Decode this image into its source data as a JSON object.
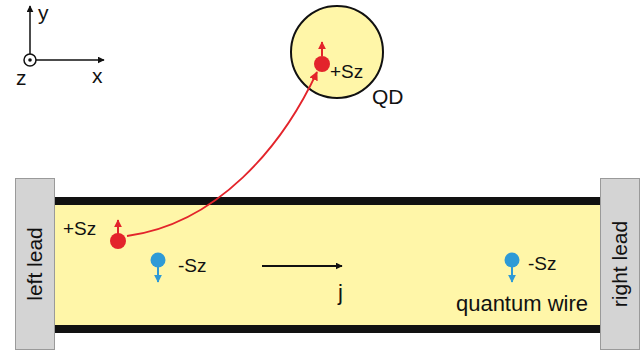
{
  "diagram": {
    "nodes": [
      {
        "text": [
          "+Sz",
          "QD"
        ]
      },
      {
        "text": [
          "left lead"
        ]
      },
      {
        "text": [
          "+Sz",
          "-Sz",
          "j",
          "-Sz",
          "quantum wire"
        ]
      },
      {
        "text": [
          "right lead"
        ]
      }
    ],
    "edges": [
      {
        "from": 2,
        "to": 0,
        "arrow": "to"
      }
    ],
    "labels": [
      "y",
      "x",
      "z"
    ]
  }
}
